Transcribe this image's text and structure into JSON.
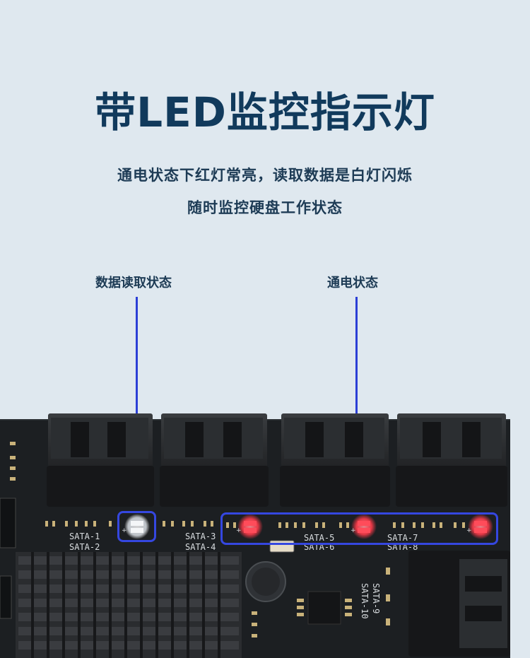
{
  "header": {
    "title": "带LED监控指示灯",
    "subtitle_line1": "通电状态下红灯常亮，读取数据是白灯闪烁",
    "subtitle_line2": "随时监控硬盘工作状态"
  },
  "callouts": {
    "read_label": "数据读取状态",
    "power_label": "通电状态"
  },
  "board": {
    "silkscreen": [
      "SATA-1",
      "SATA-2",
      "SATA-3",
      "SATA-4",
      "SATA-5",
      "SATA-6",
      "SATA-7",
      "SATA-8",
      "SATA-9",
      "SATA-10"
    ]
  },
  "colors": {
    "background": "#dfe8ef",
    "title": "#113a5c",
    "highlight": "#3547e0",
    "led_red": "#ff3b4a",
    "led_white": "#ffffff",
    "pcb": "#1c1f22"
  }
}
